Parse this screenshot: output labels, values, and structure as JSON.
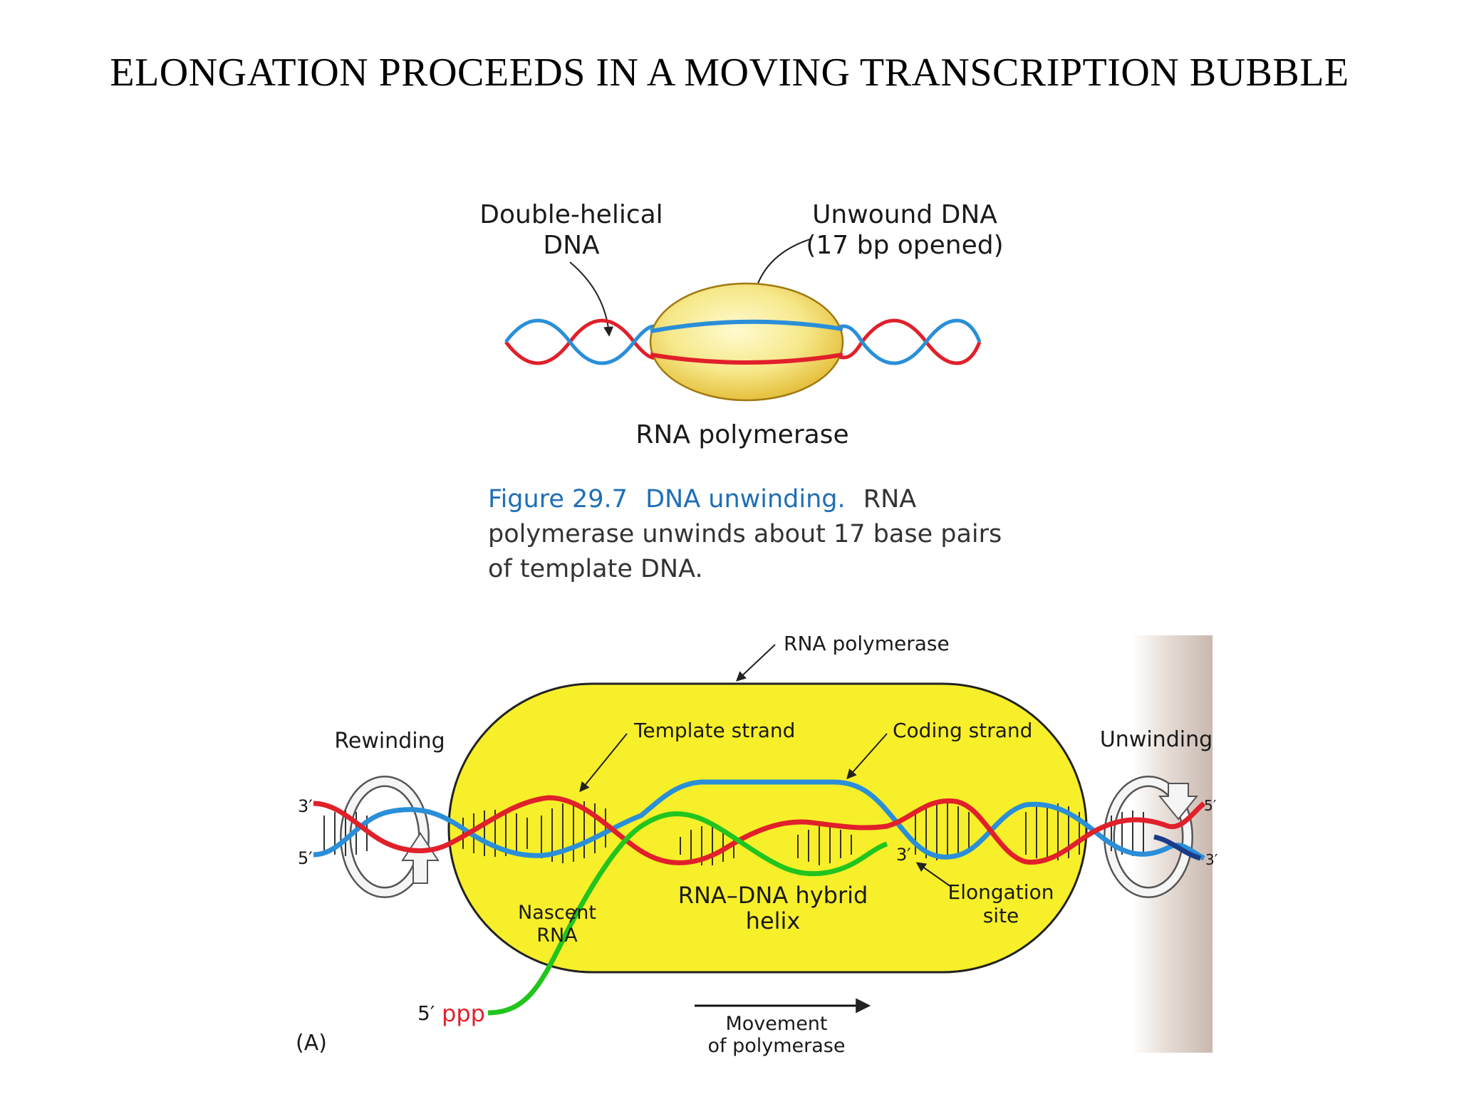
{
  "slide": {
    "title": "ELONGATION PROCEEDS IN A MOVING TRANSCRIPTION BUBBLE"
  },
  "figure_top": {
    "label_double_helical_1": "Double-helical",
    "label_double_helical_2": "DNA",
    "label_unwound_1": "Unwound DNA",
    "label_unwound_2": "(17 bp opened)",
    "label_polymerase": "RNA polymerase",
    "caption_number": "Figure 29.7",
    "caption_title": "DNA unwinding.",
    "caption_line1_rest": "RNA",
    "caption_line2": "polymerase unwinds about 17 base pairs",
    "caption_line3": "of template DNA."
  },
  "figure_bottom": {
    "label_polymerase": "RNA polymerase",
    "label_template_strand": "Template strand",
    "label_coding_strand": "Coding strand",
    "label_rewinding": "Rewinding",
    "label_unwinding": "Unwinding",
    "label_left_3prime": "3′",
    "label_left_5prime": "5′",
    "label_right_5prime": "5′",
    "label_right_3prime": "3′",
    "label_elongation_3prime": "3′",
    "label_nascent_1": "Nascent",
    "label_nascent_2": "RNA",
    "label_hybrid_1": "RNA–DNA hybrid",
    "label_hybrid_2": "helix",
    "label_elongation_1": "Elongation",
    "label_elongation_2": "site",
    "label_rna_5prime": "5′",
    "label_ppp": "ppp",
    "label_movement_1": "Movement",
    "label_movement_2": "of polymerase",
    "panel_label": "(A)"
  },
  "colors": {
    "template_strand": "#e0202a",
    "coding_strand": "#2a8fd8",
    "rna": "#22c41e",
    "polymerase_fill": "#f7ef2a",
    "caption_blue": "#1f6fb5"
  }
}
